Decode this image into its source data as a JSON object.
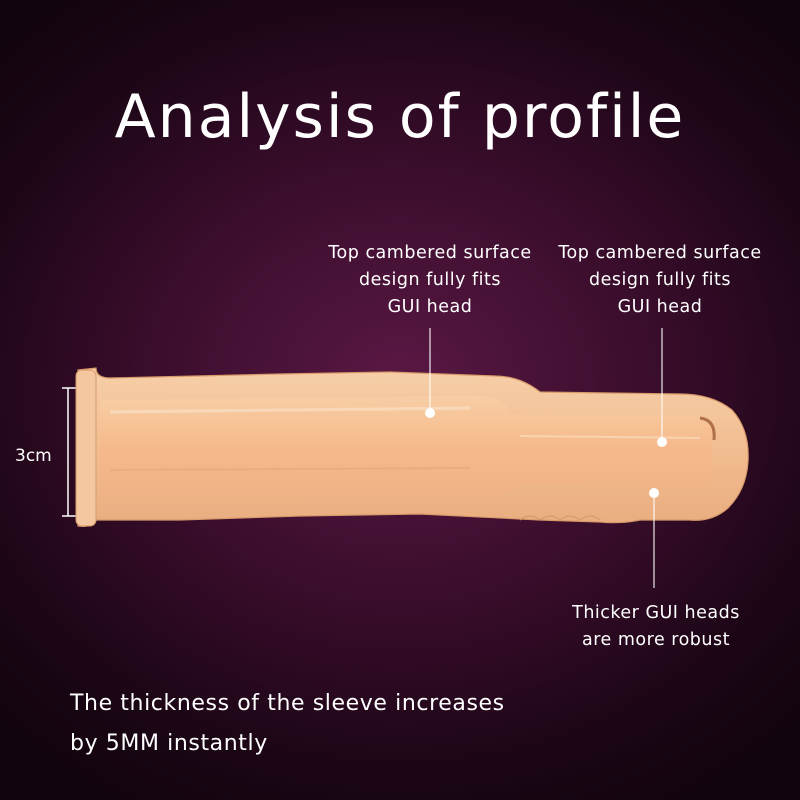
{
  "title": "Analysis of profile",
  "callouts": [
    {
      "lines": [
        "Top cambered surface",
        "design fully fits",
        "GUI head"
      ]
    },
    {
      "lines": [
        "Top cambered surface",
        "design fully fits",
        "GUI head"
      ]
    },
    {
      "lines": [
        "Thicker GUI heads",
        "are more robust"
      ]
    }
  ],
  "dimension": {
    "label": "3cm"
  },
  "bottom_text": {
    "lines": [
      "The thickness of the sleeve increases",
      "by 5MM instantly"
    ]
  },
  "colors": {
    "background": "#3a0d2c",
    "product": "#f3c29a",
    "text": "#ffffff"
  }
}
